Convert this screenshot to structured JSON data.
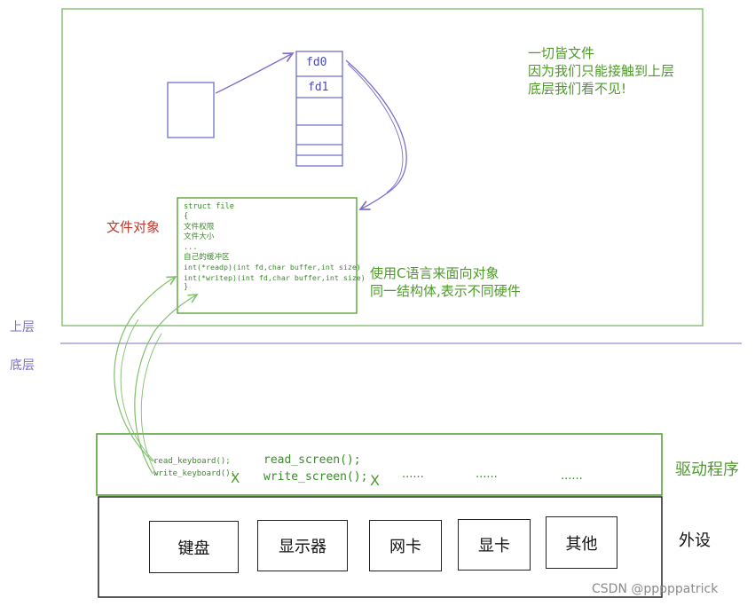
{
  "upper_region": {
    "fd_table": {
      "entries": [
        "fd0",
        "fd1",
        "",
        "",
        "",
        ""
      ]
    },
    "notes": {
      "everything_is_file": [
        "一切皆文件",
        "因为我们只能接触到上层",
        "底层我们看不见!"
      ],
      "c_oop": [
        "使用C语言来面向对象",
        "同一结构体,表示不同硬件"
      ]
    },
    "file_object_label": "文件对象",
    "struct_file": [
      "struct file",
      "{",
      "文件权限",
      "文件大小",
      "...",
      "自己的缓冲区",
      "int(*readp)(int fd,char buffer,int size)",
      "int(*writep)(int fd,char buffer,int size)",
      "}"
    ]
  },
  "layer_labels": {
    "upper": "上层",
    "lower": "底层"
  },
  "driver": {
    "label": "驱动程序",
    "keyboard_read": "read_keyboard();",
    "keyboard_write": "write_keyboard();",
    "keyboard_mark": "X",
    "screen_read": "read_screen();",
    "screen_write": "write_screen();",
    "screen_mark": "X",
    "dots": [
      "......",
      "......",
      "......"
    ]
  },
  "devices": {
    "label": "外设",
    "items": [
      "键盘",
      "显示器",
      "网卡",
      "显卡",
      "其他"
    ]
  },
  "watermark": "CSDN @pppppatrick",
  "colors": {
    "green": "#4f9a2b",
    "purple": "#7d6fc9",
    "red": "#c0392b",
    "dark": "#222222"
  }
}
